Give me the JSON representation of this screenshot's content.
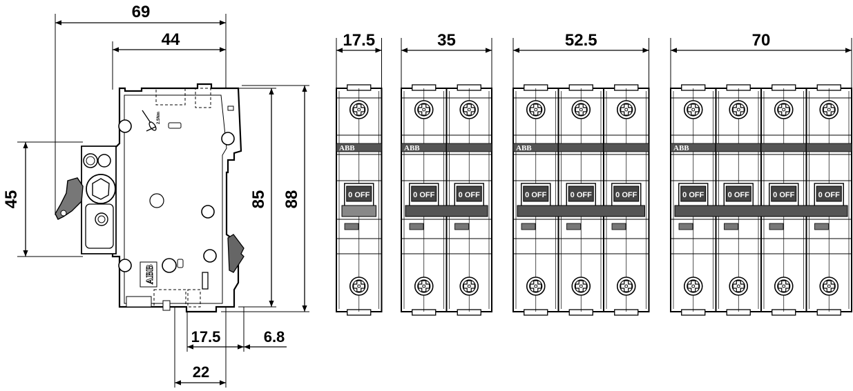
{
  "side_view": {
    "dimensions": {
      "width_overall": "69",
      "width_front": "44",
      "height_front": "45",
      "height_rail": "85",
      "height_overall": "88",
      "rail_17_5": "17.5",
      "rail_6_8": "6.8",
      "rail_22": "22"
    },
    "logo": "ABB",
    "small_label": "2.5Nm"
  },
  "front_views": [
    {
      "width_label": "17.5",
      "poles": 1
    },
    {
      "width_label": "35",
      "poles": 2
    },
    {
      "width_label": "52.5",
      "poles": 3
    },
    {
      "width_label": "70",
      "poles": 4
    }
  ],
  "module": {
    "brand": "ABB",
    "toggle_text": "0 OFF"
  }
}
